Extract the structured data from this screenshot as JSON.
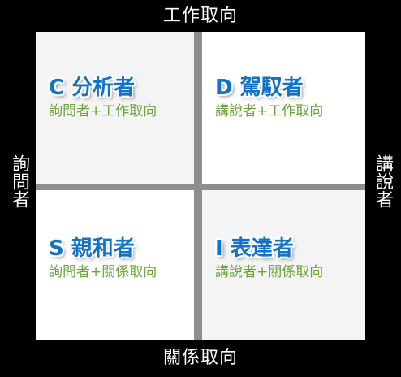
{
  "axes": {
    "top": "工作取向",
    "bottom": "關係取向",
    "left": "詢問者",
    "right": "講說者"
  },
  "quadrants": {
    "top_left": {
      "title": "C 分析者",
      "subtitle": "詢問者+工作取向"
    },
    "top_right": {
      "title": "D 駕馭者",
      "subtitle": "講說者+工作取向"
    },
    "bottom_left": {
      "title": "S 親和者",
      "subtitle": "詢問者+關係取向"
    },
    "bottom_right": {
      "title": "I 表達者",
      "subtitle": "講說者+關係取向"
    }
  },
  "colors": {
    "background": "#000000",
    "title_blue": "#1273c6",
    "subtitle_green": "#6aa53a",
    "divider_gray": "#8e8e8e"
  }
}
